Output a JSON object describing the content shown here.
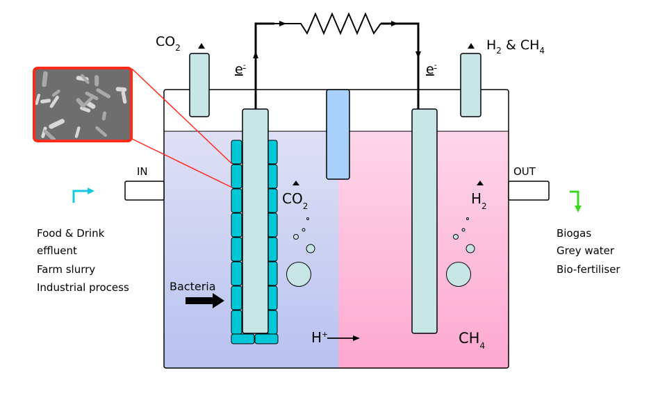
{
  "labels": {
    "co2_top": "CO",
    "co2_top_sub": "2",
    "h2ch4_top": "H",
    "h2ch4_top_sub": "2",
    "h2ch4_top_amp": " & CH",
    "h2ch4_top_sub2": "4",
    "e_left": "e",
    "e_left_sup": "-",
    "e_right": "e",
    "e_right_sup": "-",
    "in": "IN",
    "out": "OUT",
    "co2_inner": "CO",
    "co2_inner_sub": "2",
    "h2_inner": "H",
    "h2_inner_sub": "2",
    "bacteria": "Bacteria",
    "hplus": "H",
    "hplus_sup": "+",
    "ch4": "CH",
    "ch4_sub": "4"
  },
  "inputs": [
    "Food & Drink",
    "effluent",
    "Farm slurry",
    "Industrial process"
  ],
  "outputs": [
    "Biogas",
    "Grey water",
    "Bio-fertiliser"
  ],
  "colors": {
    "anode_chamber_top": "#dfe0f4",
    "anode_chamber_bottom": "#b8c2f0",
    "cathode_chamber_top": "#fdd6ea",
    "cathode_chamber_bottom": "#fda8cf",
    "electrode": "#c6e5e4",
    "membrane": "#a8d0fb",
    "bacteria": "#00c8d8",
    "inset_border": "#ff2a1a",
    "in_arrow": "#16c8de",
    "out_arrow": "#3cd51c"
  }
}
